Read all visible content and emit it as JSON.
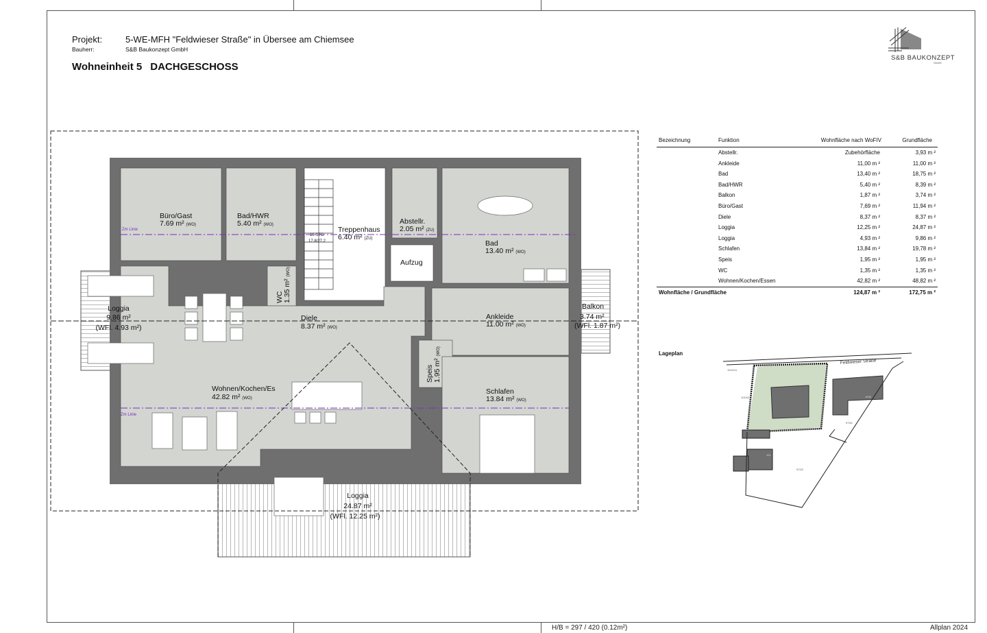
{
  "header": {
    "project_label": "Projekt:",
    "project_value": "5-WE-MFH \"Feldwieser Straße\" in Übersee am Chiemsee",
    "client_label": "Bauherr:",
    "client_value": "S&B Baukonzept GmbH",
    "unit": "Wohneinheit 5",
    "floor": "DACHGESCHOSS"
  },
  "logo": {
    "name": "S&B BAUKONZEPT",
    "sub": "GmbH"
  },
  "plan": {
    "rooms": [
      {
        "name": "Büro/Gast",
        "area": "7.69 m²",
        "type": "(WO)"
      },
      {
        "name": "Bad/HWR",
        "area": "5.40 m²",
        "type": "(WO)"
      },
      {
        "name": "Treppenhaus",
        "area": "6.40 m²",
        "type": "(ZU)"
      },
      {
        "name": "Abstellr.",
        "area": "2.05 m²",
        "type": "(ZU)"
      },
      {
        "name": "Aufzug",
        "area": "",
        "type": ""
      },
      {
        "name": "Bad",
        "area": "13.40 m²",
        "type": "(WO)"
      },
      {
        "name": "Diele",
        "area": "8.37 m²",
        "type": "(WO)"
      },
      {
        "name": "Ankleide",
        "area": "11.00 m²",
        "type": "(WO)"
      },
      {
        "name": "Wohnen/Kochen/Es",
        "area": "42.82 m²",
        "type": "(WO)"
      },
      {
        "name": "Schlafen",
        "area": "13.84 m²",
        "type": "(WO)"
      },
      {
        "name": "Speis",
        "area": "1.95 m²",
        "type": "(WO)"
      },
      {
        "name": "WC",
        "area": "1.35 m²",
        "type": "(WO)"
      }
    ],
    "outdoor": [
      {
        "name": "Loggia",
        "area": "9.86 m²",
        "wfl": "(WFl. 4.93 m²)"
      },
      {
        "name": "Balkon",
        "area": "3.74 m²",
        "wfl": "(WFl. 1.87 m²)"
      },
      {
        "name": "Loggia",
        "area": "24.87 m²",
        "wfl": "(WFl. 12.25 m²)"
      }
    ],
    "stair_label_1": "16 STG",
    "stair_label_2": "17.8/27.2",
    "line_label": "Zm Linie",
    "colors": {
      "room_fill": "#d3d5d1",
      "wall": "#6f6f6f",
      "line_marker": "#7a2fbf"
    }
  },
  "table": {
    "headers": [
      "Bezeichnung",
      "Funktion",
      "Wohnfläche nach WoFIV",
      "Grundfläche"
    ],
    "rows": [
      [
        "",
        "Abstellr.",
        "Zubehörfläche",
        "3,93 m ²"
      ],
      [
        "",
        "Ankleide",
        "11,00 m ²",
        "11,00 m ²"
      ],
      [
        "",
        "Bad",
        "13,40 m ²",
        "18,75 m ²"
      ],
      [
        "",
        "Bad/HWR",
        "5,40 m ²",
        "8,39 m ²"
      ],
      [
        "",
        "Balkon",
        "1,87 m ²",
        "3,74 m ²"
      ],
      [
        "",
        "Büro/Gast",
        "7,69 m ²",
        "11,94 m ²"
      ],
      [
        "",
        "Diele",
        "8,37 m ²",
        "8,37 m ²"
      ],
      [
        "",
        "Loggia",
        "12,25 m ²",
        "24,87 m ²"
      ],
      [
        "",
        "Loggia",
        "4,93 m ²",
        "9,86 m ²"
      ],
      [
        "",
        "Schlafen",
        "13,84 m ²",
        "19,78 m ²"
      ],
      [
        "",
        "Speis",
        "1,95 m ²",
        "1,95 m ²"
      ],
      [
        "",
        "WC",
        "1,35 m ²",
        "1,35 m ²"
      ],
      [
        "",
        "Wohnen/Kochen/Essen",
        "42,82 m ²",
        "48,82 m ²"
      ]
    ],
    "total": [
      "Wohnfläche / Grundfläche",
      "124,87 m ²",
      "172,75 m ²"
    ]
  },
  "site_plan": {
    "title": "Lageplan",
    "street": "Feldwieser Straße",
    "parcels": [
      "1010/11",
      "1010/2",
      "1009",
      "973/1",
      "972/2",
      "121"
    ]
  },
  "footer": {
    "scale": "H/B = 297 / 420 (0.12m²)",
    "software": "Allplan 2024"
  }
}
